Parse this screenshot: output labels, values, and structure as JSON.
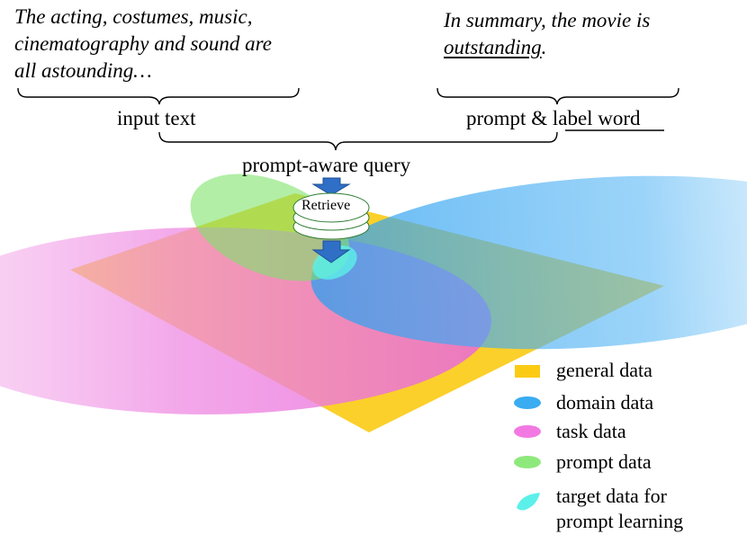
{
  "input_text": {
    "lines": [
      "The acting, costumes, music,",
      "cinematography and sound are",
      "all astounding…"
    ],
    "label": "input text"
  },
  "prompt_text": {
    "line1": "In summary, the movie is",
    "label_word_inline": "outstanding",
    "period": ".",
    "label_prefix": "prompt & ",
    "label_word": "label word"
  },
  "query_label": "prompt-aware query",
  "retrieve_label": "Retrieve",
  "legend": [
    {
      "name": "general data",
      "color": "#fbcb14",
      "icon": "rect"
    },
    {
      "name": "domain data",
      "color": "#3aacf2",
      "icon": "ellipse"
    },
    {
      "name": "task data",
      "color": "#f279e2",
      "icon": "ellipse"
    },
    {
      "name": "prompt data",
      "color": "#8ee97c",
      "icon": "ellipse"
    },
    {
      "name": "target data for",
      "name2": "prompt learning",
      "color": "#5cf0ea",
      "icon": "drop"
    }
  ]
}
